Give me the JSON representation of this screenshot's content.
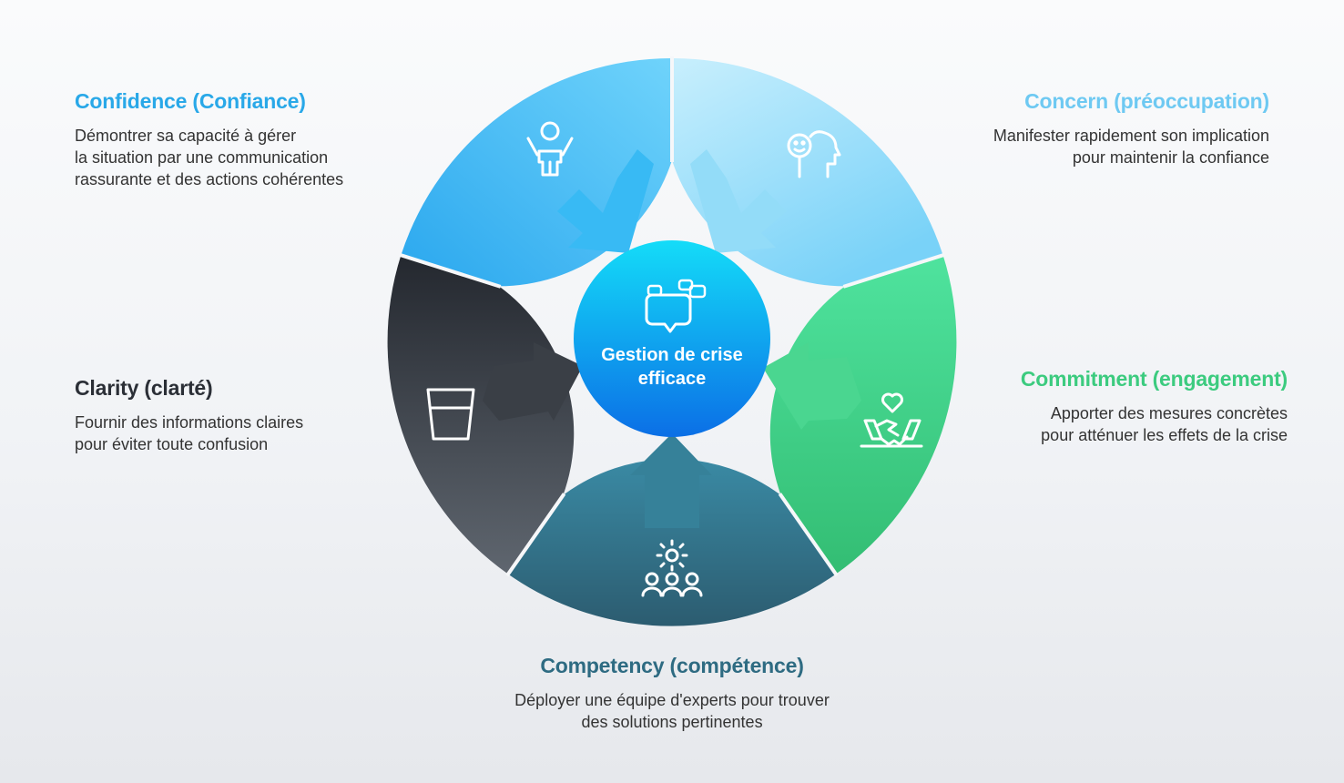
{
  "center": {
    "line1": "Gestion de crise",
    "line2": "efficace"
  },
  "segments": [
    {
      "id": "confidence",
      "title": "Confidence (Confiance)",
      "lines": [
        "Démontrer sa capacité à gérer",
        "la situation par une communication",
        "rassurante et des actions cohérentes"
      ],
      "color": "#29a8e8",
      "icon": "person-arms-up-icon"
    },
    {
      "id": "concern",
      "title": "Concern (préoccupation)",
      "lines": [
        "Manifester rapidement son implication",
        "pour maintenir la confiance"
      ],
      "color": "#6ec9f2",
      "icon": "head-smile-icon"
    },
    {
      "id": "commitment",
      "title": "Commitment (engagement)",
      "lines": [
        "Apporter des mesures concrètes",
        "pour atténuer les effets de la crise"
      ],
      "color": "#3ccb7f",
      "icon": "heart-handshake-icon"
    },
    {
      "id": "competency",
      "title": "Competency (compétence)",
      "lines": [
        "Déployer une équipe d'experts pour trouver",
        "des solutions pertinentes"
      ],
      "color": "#2e6b82",
      "icon": "team-gear-icon"
    },
    {
      "id": "clarity",
      "title": "Clarity (clarté)",
      "lines": [
        "Fournir des informations claires",
        "pour éviter toute confusion"
      ],
      "color": "#2b2f36",
      "icon": "glass-icon"
    }
  ],
  "center_icon": "chat-bubbles-icon"
}
